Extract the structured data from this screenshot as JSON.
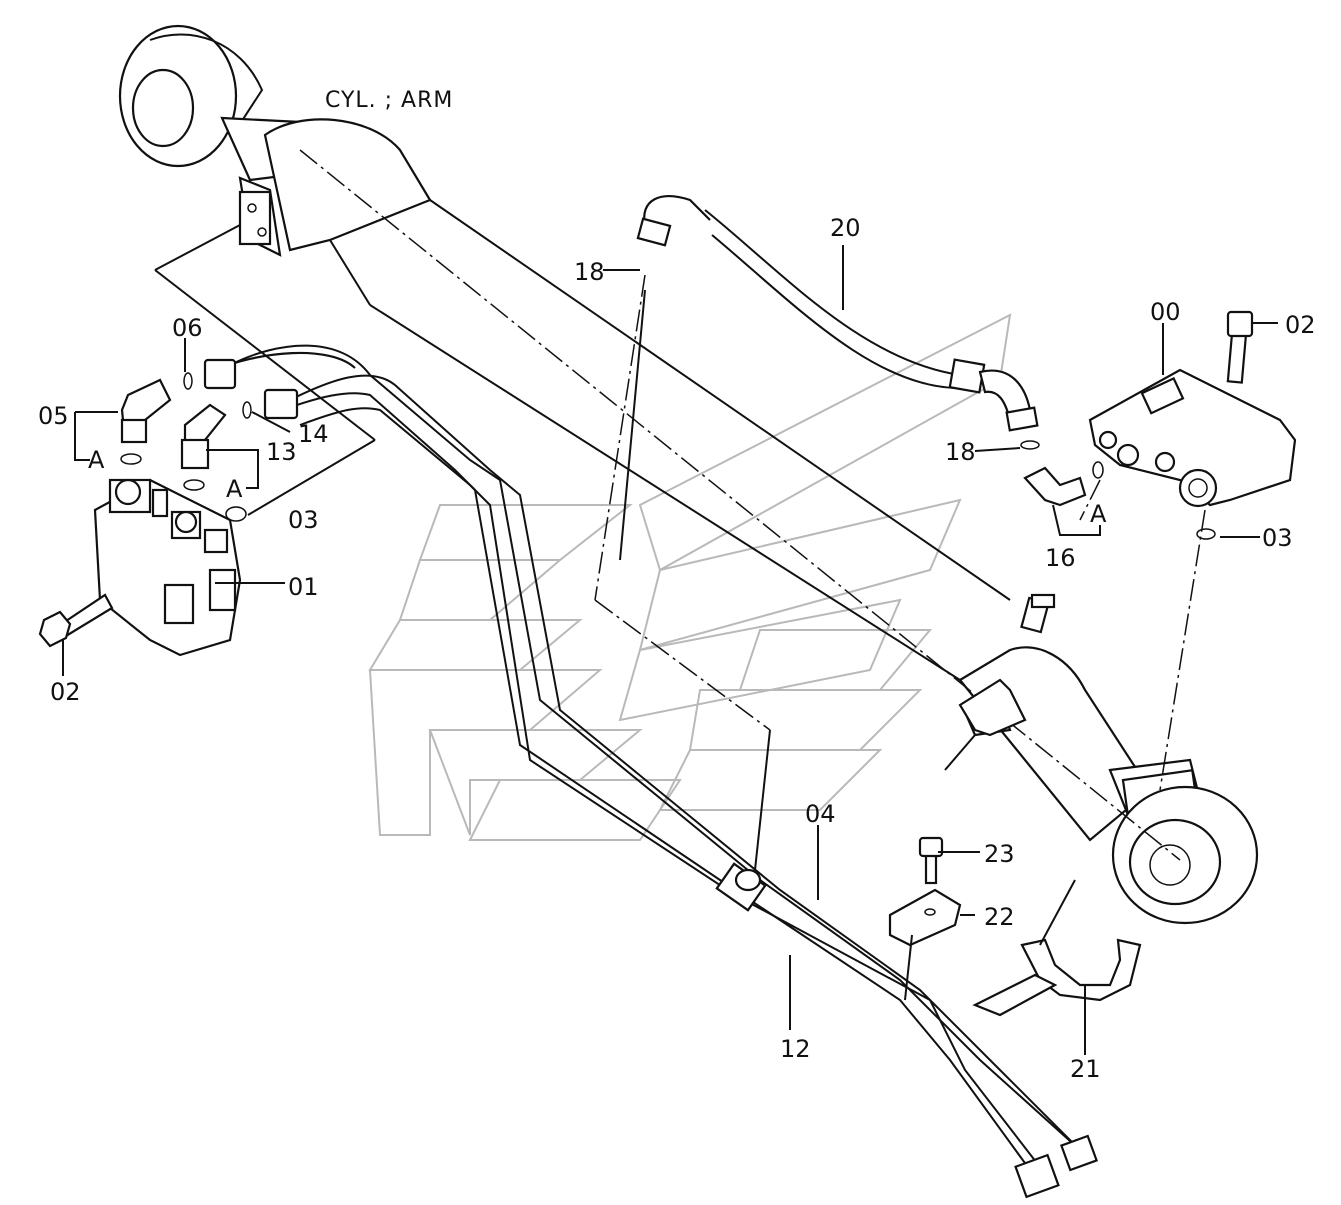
{
  "title": "CYL. ; ARM",
  "labels": {
    "p00": "00",
    "p01": "01",
    "p02_left": "02",
    "p02_right": "02",
    "p03_left": "03",
    "p03_right": "03",
    "p04": "04",
    "p05": "05",
    "p06": "06",
    "p12": "12",
    "p13": "13",
    "p14": "14",
    "p16": "16",
    "p18_top": "18",
    "p18_right": "18",
    "p20": "20",
    "p21": "21",
    "p22": "22",
    "p23": "23",
    "ref_a1": "A",
    "ref_a2": "A",
    "ref_a3": "A"
  }
}
